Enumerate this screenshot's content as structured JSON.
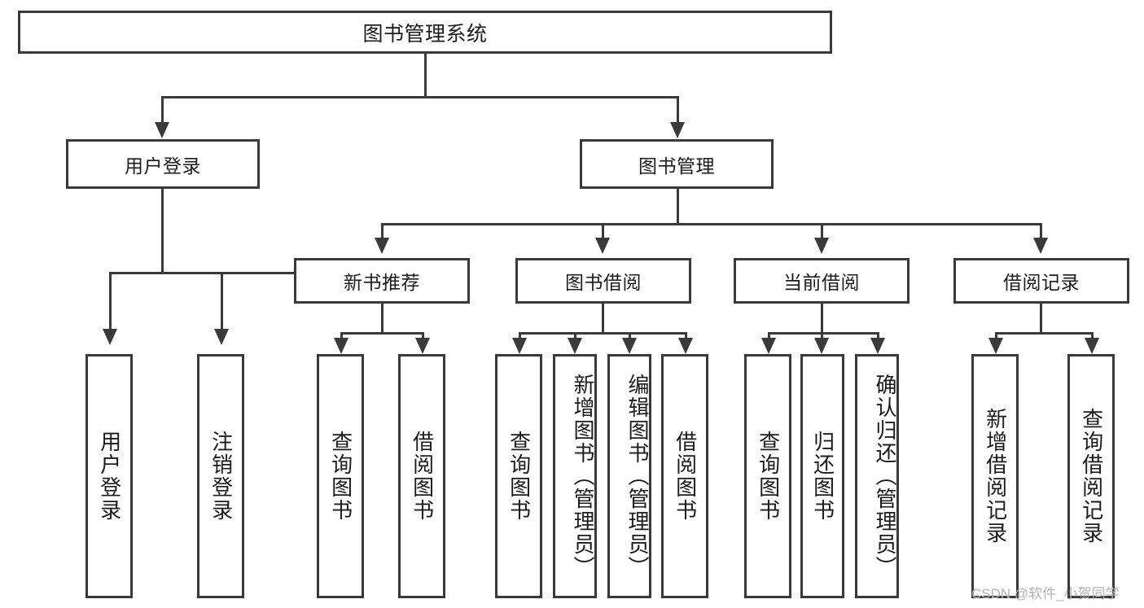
{
  "diagram": {
    "type": "hierarchy-tree",
    "title": "图书管理系统",
    "nodes": {
      "root": {
        "label": "图书管理系统"
      },
      "user_login": {
        "label": "用户登录"
      },
      "book_manage": {
        "label": "图书管理"
      },
      "new_book_rec": {
        "label": "新书推荐"
      },
      "book_borrow": {
        "label": "图书借阅"
      },
      "current_borrow": {
        "label": "当前借阅"
      },
      "borrow_record": {
        "label": "借阅记录"
      },
      "leaf_user_login": {
        "label": "用户登录"
      },
      "leaf_logout": {
        "label": "注销登录"
      },
      "leaf_query_book_1": {
        "label": "查询图书"
      },
      "leaf_borrow_book_1": {
        "label": "借阅图书"
      },
      "leaf_query_book_2": {
        "label": "查询图书"
      },
      "leaf_add_book": {
        "label": "新增图书（管理员）"
      },
      "leaf_edit_book": {
        "label": "编辑图书（管理员）"
      },
      "leaf_borrow_book_2": {
        "label": "借阅图书"
      },
      "leaf_query_book_3": {
        "label": "查询图书"
      },
      "leaf_return_book": {
        "label": "归还图书"
      },
      "leaf_confirm_return": {
        "label": "确认归还（管理员）"
      },
      "leaf_add_record": {
        "label": "新增借阅记录"
      },
      "leaf_query_record": {
        "label": "查询借阅记录"
      }
    },
    "colors": {
      "border": "#3a3a3a",
      "text": "#1c1c1c",
      "background": "#ffffff",
      "watermark": "#b3b3b3"
    }
  },
  "watermark": {
    "text": "CSDN @软件_小贺同学"
  }
}
